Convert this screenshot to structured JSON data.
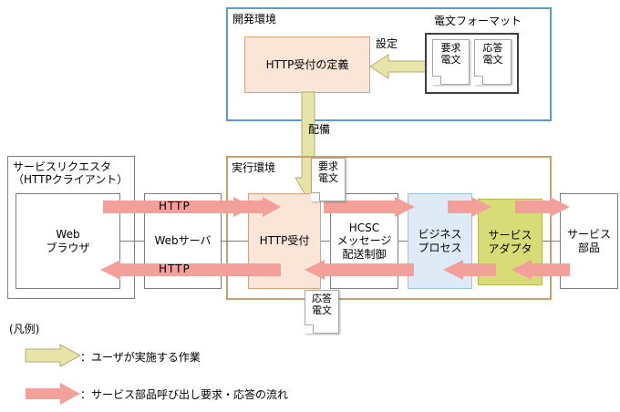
{
  "diagram": {
    "dev_env": {
      "title": "開発環境"
    },
    "http_def": {
      "label": "HTTP受付の定義"
    },
    "settei_arrow": {
      "label": "設定"
    },
    "msg_format": {
      "title": "電文フォーマット",
      "docs": [
        {
          "label": "要求\n電文"
        },
        {
          "label": "応答\n電文"
        }
      ]
    },
    "deploy_arrow": {
      "label": "配備"
    },
    "run_env": {
      "title": "実行環境"
    },
    "requester": {
      "title": "サービスリクエスタ\n（HTTPクライアント）"
    },
    "browser": {
      "label": "Web\nブラウザ"
    },
    "web_server": {
      "label": "Webサーバ"
    },
    "http_recv": {
      "label": "HTTP受付"
    },
    "hcsc": {
      "label": "HCSC\nメッセージ\n配送制御"
    },
    "biz_process": {
      "label": "ビジネス\nプロセス"
    },
    "svc_adapter": {
      "label": "サービス\nアダプタ"
    },
    "svc_part": {
      "label": "サービス\n部品"
    },
    "http_req_label": {
      "label": "HTTP"
    },
    "http_res_label": {
      "label": "HTTP"
    },
    "req_doc": {
      "label": "要求\n電文"
    },
    "res_doc": {
      "label": "応答\n電文"
    }
  },
  "legend": {
    "title": "(凡例)",
    "items": [
      {
        "arrow_color": "#E8E4A8",
        "text": "：ユーザが実施する作業"
      },
      {
        "arrow_color": "#F4A09A",
        "text": "：サービス部品呼び出し要求・応答の流れ"
      }
    ]
  },
  "colors": {
    "dev_env_border": "#5B9BD5",
    "run_env_border": "#C9A06A",
    "peach_fill": "#FBE5D6",
    "blue_fill": "#DEEBF7",
    "olive_fill": "#D8DC77",
    "pink_arrow": "#F4A09A",
    "khaki_arrow": "#E8E4A8"
  }
}
